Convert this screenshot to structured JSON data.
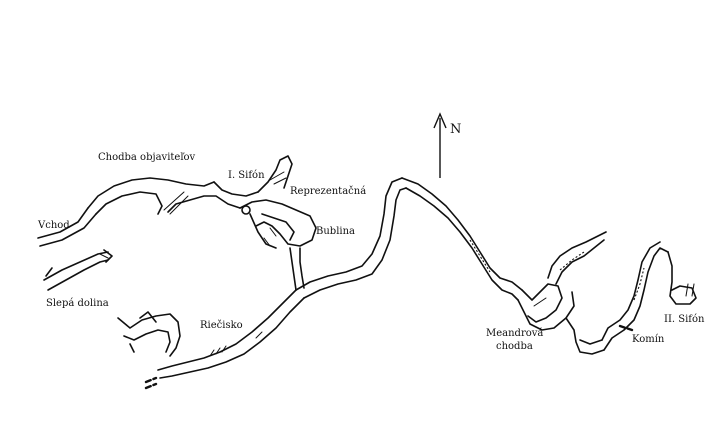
{
  "north_arrow": {
    "label": "N"
  },
  "labels": {
    "chodba_objavitelov": "Chodba objaviteľov",
    "i_sifon": "I. Sifón",
    "reprezentacna": "Reprezentačná",
    "vchod": "Vchod",
    "bublina": "Bublina",
    "slepa_dolina": "Slepá dolina",
    "ricisko": "Riečisko",
    "meandrova_1": "Meandrová",
    "meandrova_2": "chodba",
    "ii_sifon": "II. Sifón",
    "komin": "Komín"
  },
  "colors": {
    "ink": "#111111",
    "background": "#ffffff"
  }
}
